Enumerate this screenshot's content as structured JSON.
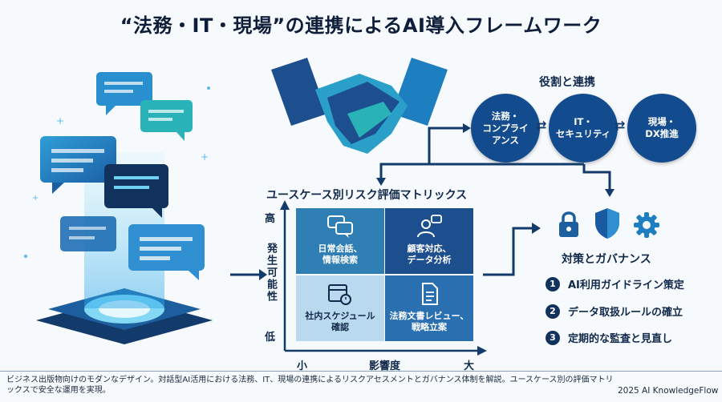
{
  "title": "“法務・IT・現場”の連携によるAI導入フレームワーク",
  "roles": {
    "heading": "役割と連携",
    "items": [
      "法務・\nコンプライ\nアンス",
      "IT・\nセキュリティ",
      "現場・\nDX推進"
    ]
  },
  "matrix": {
    "title": "ユースケース別リスク評価マトリックス",
    "y_axis": {
      "label": "発生可能性",
      "high": "高",
      "low": "低"
    },
    "x_axis": {
      "label": "影響度",
      "low": "小",
      "high": "大"
    },
    "cells": [
      {
        "label": "日常会話、\n情報検索",
        "icon": "chat-bubbles-icon"
      },
      {
        "label": "顧客対応、\nデータ分析",
        "icon": "customer-chat-icon"
      },
      {
        "label": "社内スケジュール\n確認",
        "icon": "calendar-clock-icon"
      },
      {
        "label": "法務文書レビュー、\n戦略立案",
        "icon": "document-icon"
      }
    ]
  },
  "governance": {
    "heading": "対策とガバナンス",
    "icons": [
      "lock-icon",
      "shield-icon",
      "gear-icon"
    ],
    "items": [
      {
        "num": "1",
        "text": "AI利用ガイドライン策定"
      },
      {
        "num": "2",
        "text": "データ取扱ルールの確立"
      },
      {
        "num": "3",
        "text": "定期的な監査と見直し"
      }
    ]
  },
  "footer": {
    "description": "ビジネス出版物向けのモダンなデザイン。対話型AI活用における法務、IT、現場の連携によるリスクアセスメントとガバナンス体制を解説。ユースケース別の評価マトリックスで安全な運用を実現。",
    "credit": "2025 AI KnowledgeFlow"
  },
  "colors": {
    "navy": "#134c8e",
    "teal": "#1fb5b0",
    "dark": "#10284a",
    "accent": "#2f7fb5"
  }
}
